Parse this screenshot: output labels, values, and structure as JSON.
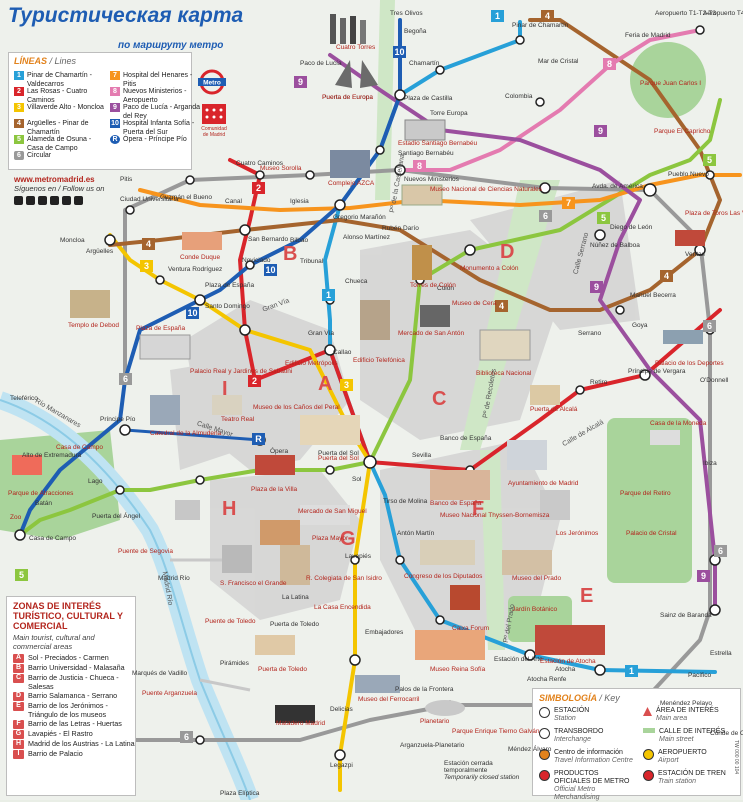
{
  "header": {
    "title": "Туристическая карта",
    "subtitle": "по маршруту метро"
  },
  "lines_panel": {
    "heading": "LÍNEAS",
    "heading_en": "/ Lines",
    "lines": [
      {
        "num": "1",
        "color": "#27a0d8",
        "text": "Pinar de Chamartín - Valdecarros"
      },
      {
        "num": "2",
        "color": "#d9252b",
        "text": "Las Rosas - Cuatro Caminos"
      },
      {
        "num": "3",
        "color": "#f4c500",
        "text": "Villaverde Alto - Moncloa"
      },
      {
        "num": "4",
        "color": "#a5642e",
        "text": "Argüelles - Pinar de Chamartín"
      },
      {
        "num": "5",
        "color": "#8cc63f",
        "text": "Alameda de Osuna - Casa de Campo"
      },
      {
        "num": "6",
        "color": "#999999",
        "text": "Circular"
      },
      {
        "num": "7",
        "color": "#f7941d",
        "text": "Hospital del Henares - Pitis"
      },
      {
        "num": "8",
        "color": "#e47bb0",
        "text": "Nuevos Ministerios - Aeropuerto"
      },
      {
        "num": "9",
        "color": "#9b4f9e",
        "text": "Paco de Lucía - Arganda del Rey"
      },
      {
        "num": "10",
        "color": "#1e5db3",
        "text": "Hospital Infanta Sofía - Puerta del Sur"
      },
      {
        "num": "R",
        "color": "#1e5db3",
        "text": "Ópera - Príncipe Pío"
      }
    ]
  },
  "social": {
    "url": "www.metromadrid.es",
    "follow": "Síguenos en / Follow us on"
  },
  "logos": {
    "metro": "Metro",
    "cm": "Comunidad de Madrid"
  },
  "zones_panel": {
    "title": "ZONAS DE INTERÉS TURÍSTICO, CULTURAL Y COMERCIAL",
    "subtitle": "Main tourist, cultural and commercial areas",
    "zones": [
      {
        "letter": "A",
        "text": "Sol - Preciados - Carmen"
      },
      {
        "letter": "B",
        "text": "Barrio Universidad - Malasaña"
      },
      {
        "letter": "C",
        "text": "Barrio de Justicia - Chueca - Salesas"
      },
      {
        "letter": "D",
        "text": "Barrio Salamanca - Serrano"
      },
      {
        "letter": "E",
        "text": "Barrio de los Jerónimos - Triángulo de los museos"
      },
      {
        "letter": "F",
        "text": "Barrio de las Letras - Huertas"
      },
      {
        "letter": "G",
        "text": "Lavapiés - El Rastro"
      },
      {
        "letter": "H",
        "text": "Madrid de los Austrias - La Latina"
      },
      {
        "letter": "I",
        "text": "Barrio de Palacio"
      }
    ]
  },
  "key_panel": {
    "title": "SIMBOLOGÍA",
    "title_en": "/ Key",
    "items": [
      {
        "text": "ESTACIÓN",
        "en": "Station"
      },
      {
        "text": "TRANSBORDO",
        "en": "Interchange"
      },
      {
        "text": "Centro de información",
        "en": "Travel Information Centre"
      },
      {
        "text": "PRODUCTOS OFICIALES DE METRO",
        "en": "Official Metro Merchandising"
      },
      {
        "text": "ÁREA DE INTERÉS",
        "en": "Main area"
      },
      {
        "text": "CALLE DE INTERÉS",
        "en": "Main street"
      },
      {
        "text": "AEROPUERTO",
        "en": "Airport"
      },
      {
        "text": "ESTACIÓN DE TREN",
        "en": "Train station"
      }
    ]
  },
  "closed_note": {
    "text": "Estación cerrada temporalmente",
    "en": "Temporarily closed station"
  },
  "code": "TW 000 00 104",
  "map": {
    "stations": [
      "Pinar de Chamartín",
      "Aeropuerto T1-T2-T3",
      "Aeropuerto T4",
      "Feria de Madrid",
      "Mar de Cristal",
      "Chamartín",
      "Plaza de Castilla",
      "Colombia",
      "Begoña",
      "Cuatro Caminos",
      "Santiago Bernabéu",
      "Nuevos Ministerios",
      "Gregorio Marañón",
      "Avda. de América",
      "Diego de León",
      "Núñez de Balboa",
      "Canal",
      "Iglesia",
      "Bilbao",
      "Alonso Martínez",
      "Rubén Darío",
      "Tribunal",
      "Chueca",
      "Colón",
      "Serrano",
      "Goya",
      "Manuel Becerra",
      "Ventas",
      "Moncloa",
      "Argüelles",
      "Ventura Rodríguez",
      "San Bernardo",
      "Noviciado",
      "Plaza de España",
      "Santo Domingo",
      "Callao",
      "Sevilla",
      "Banco de España",
      "Retiro",
      "Príncipe de Vergara",
      "O'Donnell",
      "Príncipe Pío",
      "Ópera",
      "Sol",
      "Tirso de Molina",
      "Antón Martín",
      "Atocha",
      "Atocha Renfe",
      "Estación del Arte",
      "La Latina",
      "Puerta de Toledo",
      "Lavapiés",
      "Embajadores",
      "Pirámides",
      "Marqués de Vadillo",
      "Legazpi",
      "Delicias",
      "Palos de la Frontera",
      "Arganzuela-Planetario",
      "Méndez Álvaro",
      "Pacífico",
      "Sainz de Baranda",
      "Lago",
      "Batán",
      "Casa de Campo",
      "Puerta del Ángel",
      "Alto de Extremadura",
      "Ciudad Universitaria",
      "Guzmán el Bueno",
      "Pitis",
      "Puerta de Europa",
      "Paco de Lucía",
      "Pueblo Nuevo",
      "Estrella",
      "Conde de Casal",
      "Menéndez Pelayo",
      "Ibiza",
      "Gran Vía",
      "Tres Olivos",
      "Teleférico",
      "Madrid Río",
      "Plaza Elíptica",
      "Torre Europa",
      "Puerta del Sol"
    ],
    "places": [
      "Cuatro Torres",
      "Puerta de Europa",
      "Parque Juan Carlos I",
      "Parque El Capricho",
      "Estadio Santiago Bernabéu",
      "Complejo AZCA",
      "Museo Sorolla",
      "Museo Nacional de Ciencias Naturales",
      "Plaza de Toros Las Ventas",
      "Templo de Debod",
      "Conde Duque",
      "Palacio Real y Jardines de Sabatini",
      "Catedral de la Almudena",
      "Teatro Real",
      "Edificio Metrópolis",
      "Edificio Telefónica",
      "Torres de Colón",
      "Monumento a Colón",
      "Museo de Cera",
      "Mercado de San Antón",
      "Biblioteca Nacional",
      "Puerta de Alcalá",
      "Palacio de los Deportes",
      "Parque del Retiro",
      "Palacio de Cristal",
      "Banco de España",
      "Ayuntamiento de Madrid",
      "Museo Nacional Thyssen-Bornemisza",
      "Museo del Prado",
      "Los Jerónimos",
      "Jardín Botánico",
      "Caixa Forum",
      "Museo Reina Sofía",
      "Estación de Atocha",
      "Plaza Mayor",
      "Mercado de San Miguel",
      "Plaza de la Villa",
      "S. Francisco el Grande",
      "R. Colegiata de San Isidro",
      "La Casa Encendida",
      "Puerta de Toledo",
      "Matadero Madrid",
      "Museo del Ferrocarril",
      "Planetario",
      "Parque Enrique Tierno Galván",
      "Casa de Campo",
      "Parque de Atracciones",
      "Zoo",
      "Puente de Segovia",
      "Puente de Toledo",
      "Puente Arganzuela",
      "Puerta del Sol",
      "Plaza de España",
      "Congreso de los Diputados",
      "Museo de los Caños del Peral",
      "Casa de la Moneda"
    ],
    "streets": [
      "Gran Vía",
      "Calle Mayor",
      "Calle de Alcalá",
      "Calle Serrano",
      "Pº de la Castellana",
      "Pº de Recoletos",
      "Pº del Prado",
      "Río Manzanares",
      "Madrid Río"
    ],
    "zone_letters": [
      "A",
      "B",
      "C",
      "D",
      "E",
      "F",
      "G",
      "H",
      "I"
    ]
  },
  "colors": {
    "line1": "#27a0d8",
    "line2": "#d9252b",
    "line3": "#f4c500",
    "line4": "#a5642e",
    "line5": "#8cc63f",
    "line6": "#999999",
    "line7": "#f7941d",
    "line8": "#e47bb0",
    "line9": "#9b4f9e",
    "line10": "#1e5db3",
    "lineR": "#1e5db3",
    "zone": "#d94f4f",
    "water": "#bfe3f2",
    "park": "#a9d49b",
    "title": "#1e5db3"
  }
}
